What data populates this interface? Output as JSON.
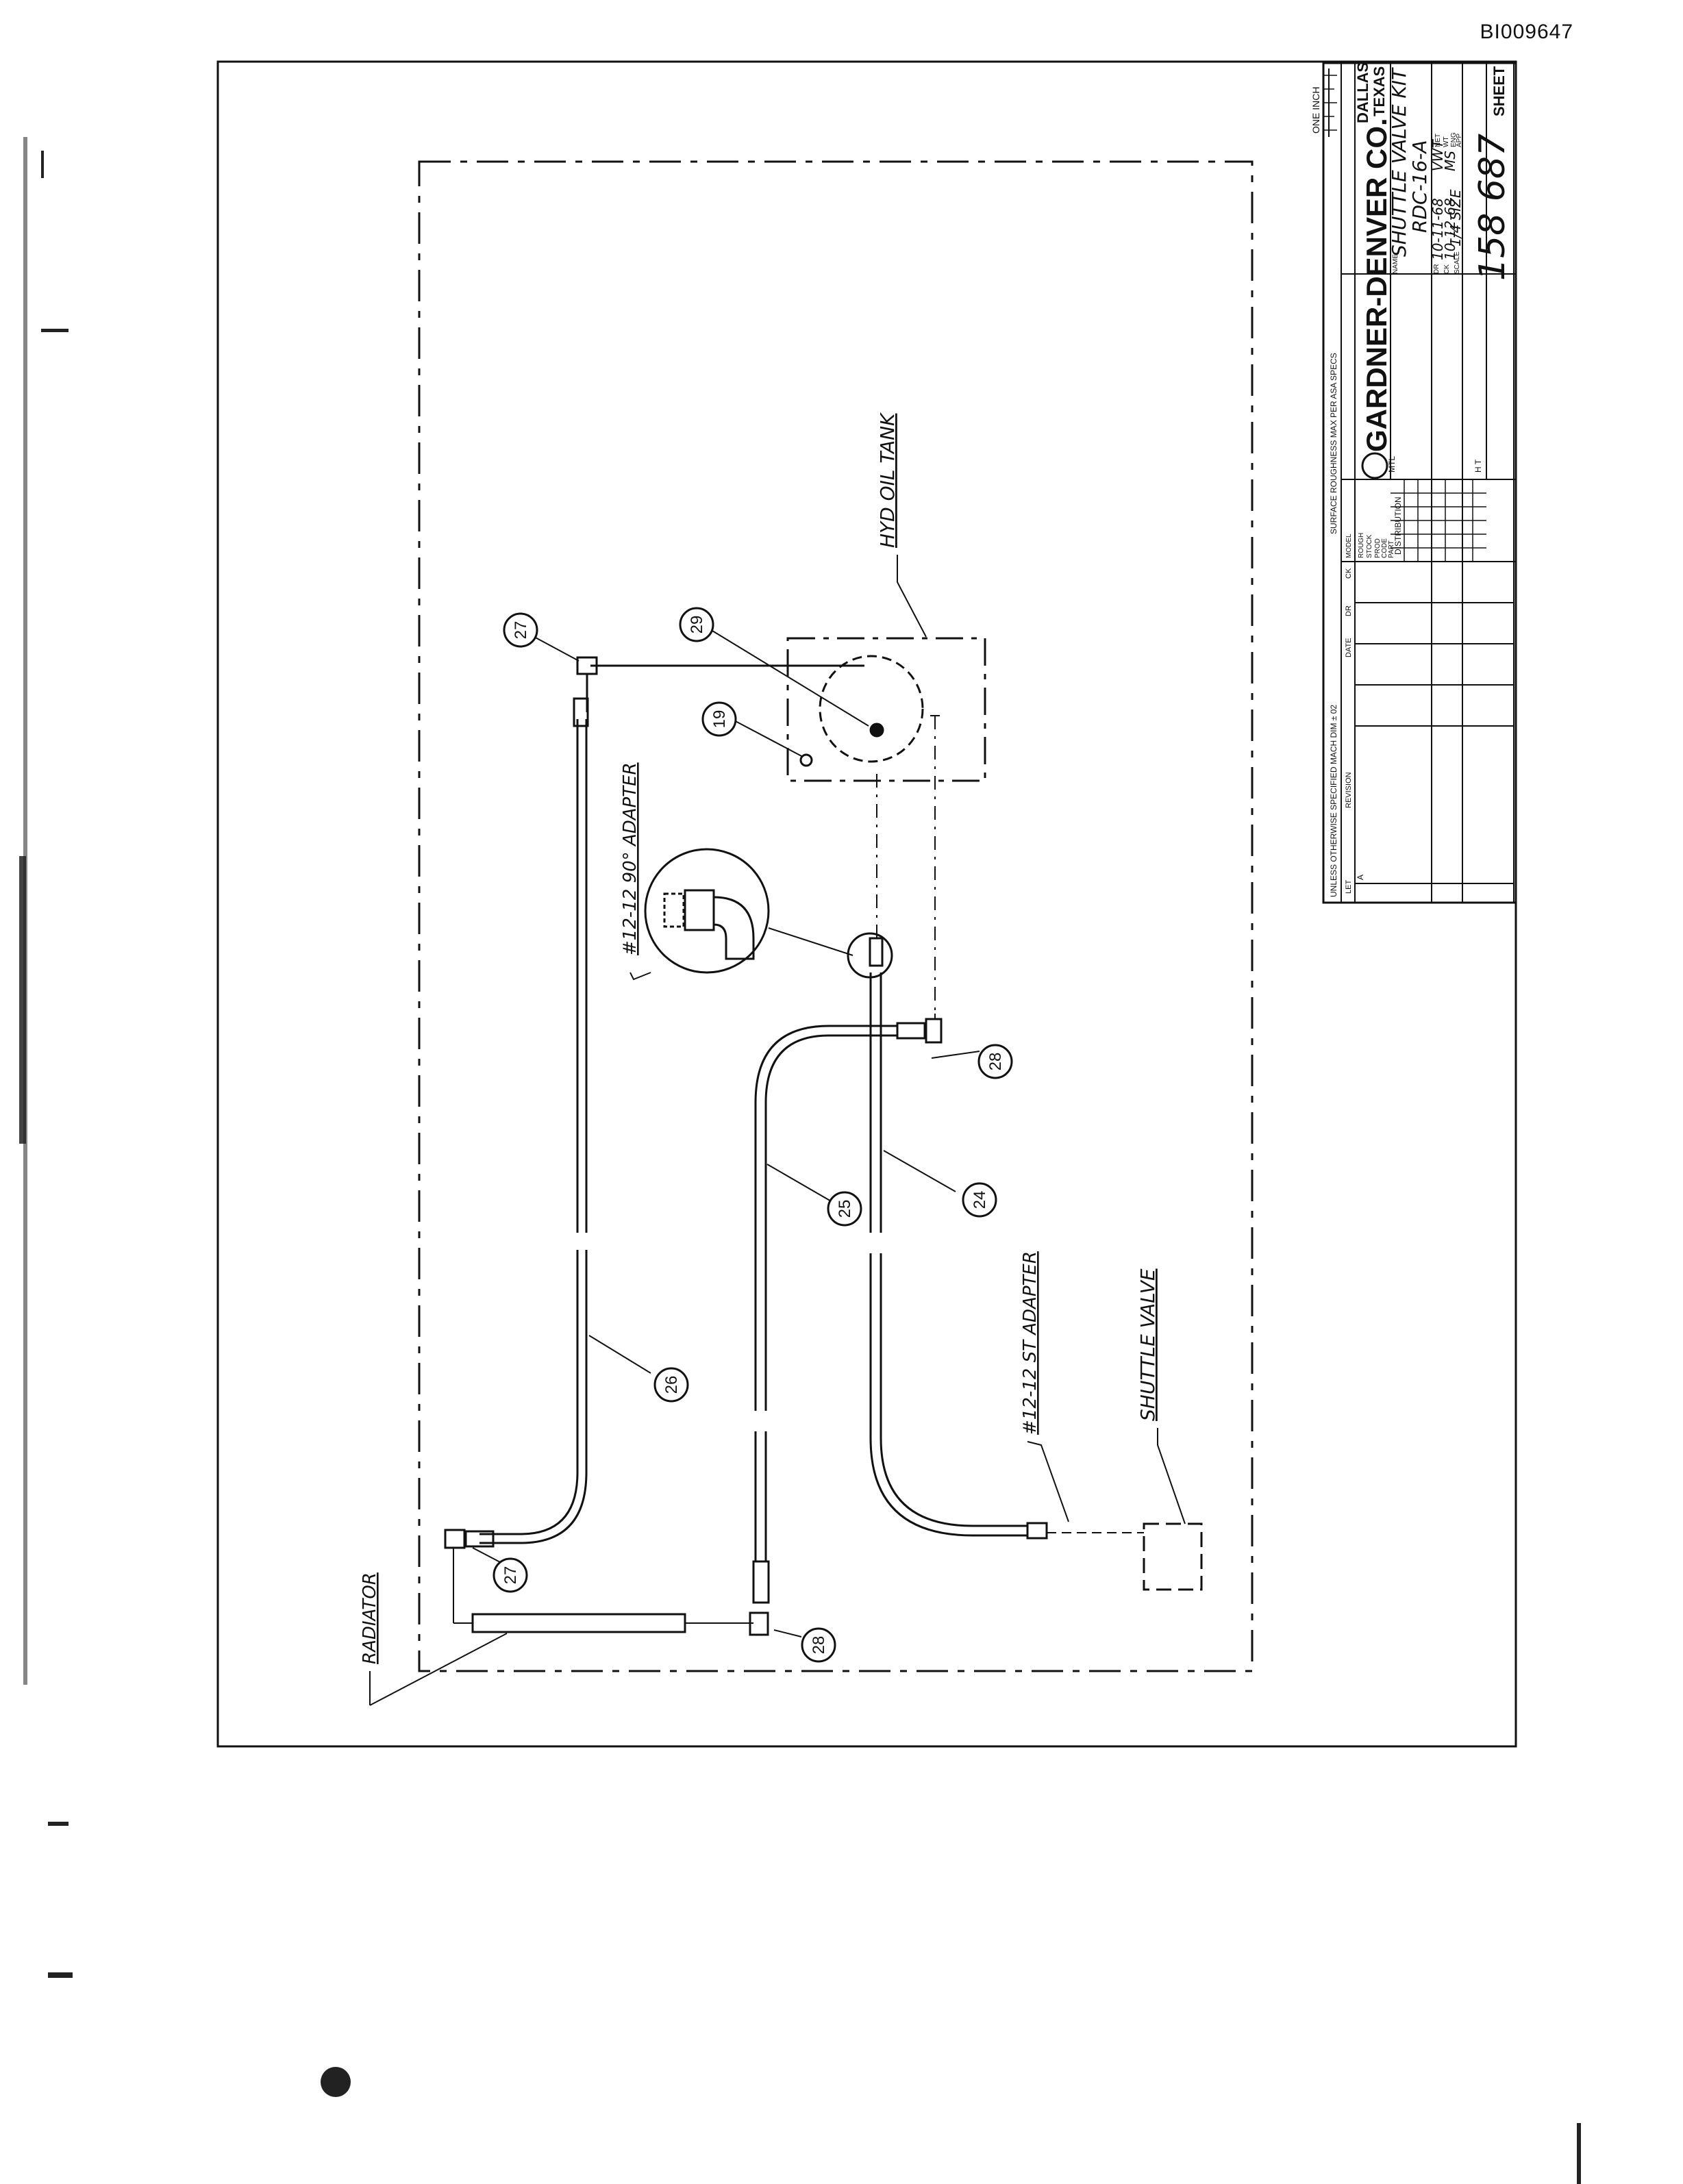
{
  "document": {
    "id": "BI009647"
  },
  "title_block": {
    "company": "GARDNER-DENVER CO.",
    "location_city": "DALLAS",
    "location_state": "TEXAS",
    "scale_note": "ONE INCH",
    "drawing_name": "SHUTTLE VALVE KIT",
    "model": "RDC-16-A",
    "drawn": "10-11-68",
    "drawn_by": "VWT",
    "checked": "10-12-68",
    "checked_by": "MS",
    "scale": "1/4 SIZE",
    "drawing_number": "158 687",
    "sheet_label": "SHEET",
    "surface_note": "SURFACE ROUGHNESS MAX PER ASA SPECS",
    "tolerance_note": "UNLESS OTHERWISE SPECIFIED   MACH DIM ± 02",
    "rev_headers": [
      "LET",
      "REVISION",
      "DATE",
      "DR",
      "CK"
    ],
    "rev_letter": "A",
    "model_headers": [
      "MODEL",
      "ROUGH",
      "STOCK",
      "PROD",
      "CODE",
      "PART"
    ],
    "distribution_label": "DISTRIBUTION",
    "mtl_label": "MTL",
    "ht_label": "H T",
    "name_label": "NAME",
    "dr_label": "DR",
    "ck_label": "CK",
    "scale_label": "SCALE",
    "net_label": "NET",
    "wt_label": "WT",
    "eng_label": "ENG",
    "app_label": "APP"
  },
  "callouts": {
    "c19": "19",
    "c24": "24",
    "c25": "25",
    "c26": "26",
    "c27a": "27",
    "c27b": "27",
    "c28a": "28",
    "c28b": "28",
    "c29": "29"
  },
  "labels": {
    "hyd_oil_tank": "HYD OIL TANK",
    "adapter_90": "#12-12 90° ADAPTER",
    "adapter_st": "#12-12 ST ADAPTER",
    "shuttle_valve": "SHUTTLE VALVE",
    "radiator": "RADIATOR"
  }
}
